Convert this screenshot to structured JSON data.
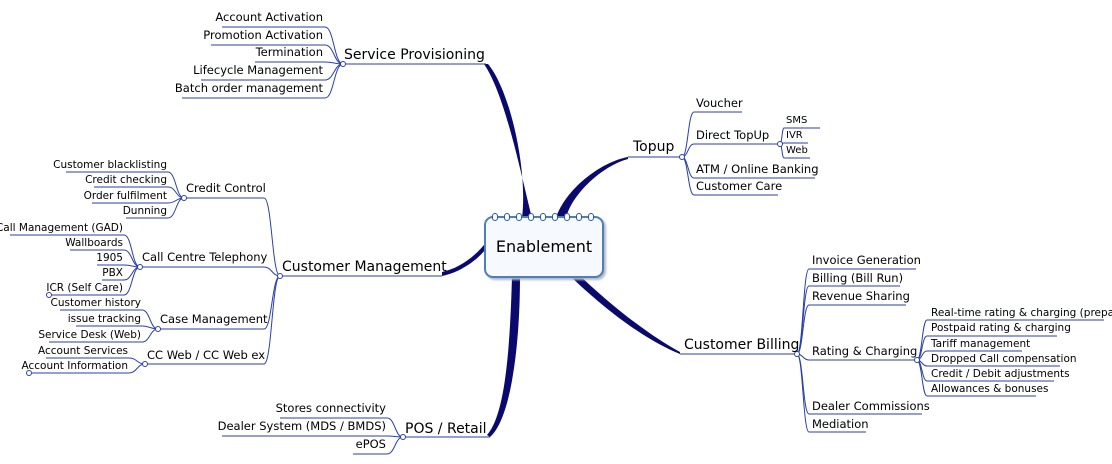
{
  "center": {
    "label": "Enablement"
  },
  "branches": {
    "service_provisioning": {
      "label": "Service Provisioning",
      "items": [
        "Account Activation",
        "Promotion Activation",
        "Termination",
        "Lifecycle Management",
        "Batch order management"
      ]
    },
    "customer_management": {
      "label": "Customer Management",
      "credit_control": {
        "label": "Credit Control",
        "items": [
          "Customer blacklisting",
          "Credit checking",
          "Order fulfilment",
          "Dunning"
        ]
      },
      "call_centre": {
        "label": "Call Centre Telephony",
        "items": [
          "Call Management (GAD)",
          "Wallboards",
          "1905",
          "PBX",
          "ICR (Self Care)"
        ]
      },
      "case_management": {
        "label": "Case Management",
        "items": [
          "Customer history",
          "issue tracking",
          "Service Desk (Web)"
        ]
      },
      "cc_web": {
        "label": "CC Web / CC Web ex",
        "items": [
          "Account Services",
          "Account Information"
        ]
      }
    },
    "pos_retail": {
      "label": "POS / Retail",
      "items": [
        "Stores connectivity",
        "Dealer System (MDS / BMDS)",
        "ePOS"
      ]
    },
    "topup": {
      "label": "Topup",
      "items": {
        "voucher": "Voucher",
        "direct": {
          "label": "Direct TopUp",
          "items": [
            "SMS",
            "IVR",
            "Web"
          ]
        },
        "atm": "ATM / Online Banking",
        "care": "Customer Care"
      }
    },
    "customer_billing": {
      "label": "Customer Billing",
      "items": {
        "invoice": "Invoice Generation",
        "billing": "Billing (Bill Run)",
        "revenue": "Revenue Sharing",
        "rating": {
          "label": "Rating & Charging",
          "items": [
            "Real-time rating & charging (prepay)",
            "Postpaid rating & charging",
            "Tariff management",
            "Dropped Call compensation",
            "Credit / Debit adjustments",
            "Allowances & bonuses"
          ]
        },
        "dealer": "Dealer Commissions",
        "mediation": "Mediation"
      }
    }
  },
  "colors": {
    "trunk": "#0a0a6e",
    "line": "#2b3fa8",
    "center_border": "#4f7fb6"
  }
}
